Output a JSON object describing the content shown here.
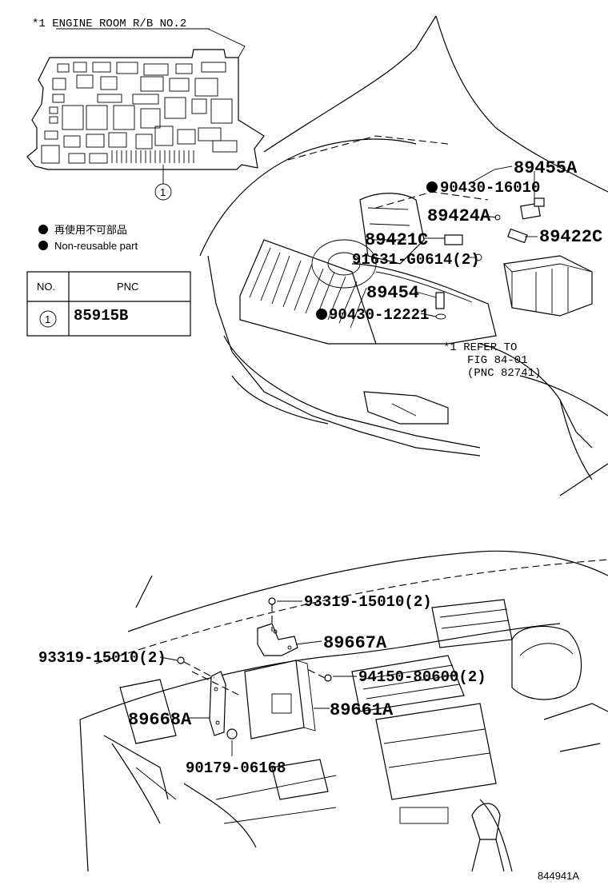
{
  "inset": {
    "title": "*1 ENGINE ROOM R/B NO.2",
    "callout": "1"
  },
  "legend": {
    "line1": "再使用不可部品",
    "line2": "Non-reusable part"
  },
  "table": {
    "col_no": "NO.",
    "col_pnc": "PNC",
    "row_no": "1",
    "row_pnc": "85915B"
  },
  "upper_labels": {
    "p89455A": "89455A",
    "p90430_16010": "90430-16010",
    "p89424A": "89424A",
    "p89421C": "89421C",
    "p89422C": "89422C",
    "p91631": "91631-G0614(2)",
    "p89454": "89454",
    "p90430_12221": "90430-12221",
    "refer1": "*1  REFER TO",
    "refer2": "FIG 84-01",
    "refer3": "(PNC 82741)"
  },
  "lower_labels": {
    "p93319_top": "93319-15010(2)",
    "p89667A": "89667A",
    "p93319_left": "93319-15010(2)",
    "p94150": "94150-80600(2)",
    "p89668A": "89668A",
    "p89661A": "89661A",
    "p90179": "90179-06168"
  },
  "figure_id": "844941A"
}
